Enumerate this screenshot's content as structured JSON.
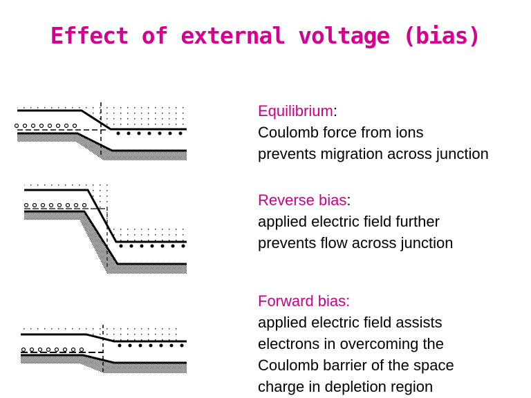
{
  "title": "Effect of external voltage (bias)",
  "sections": [
    {
      "heading": "Equilibrium",
      "colon": ":",
      "lines": [
        "Coulomb force from ions",
        "prevents migration across junction"
      ]
    },
    {
      "heading": "Reverse bias",
      "colon": ":",
      "lines": [
        "applied electric field further",
        "prevents flow across junction"
      ]
    },
    {
      "heading": "Forward bias:",
      "colon": "",
      "lines": [
        "applied electric field assists",
        "electrons in overcoming the",
        "Coulomb barrier of the space",
        "charge in depletion region"
      ]
    }
  ],
  "colors": {
    "title": "#d4008f",
    "heading": "#cc0088"
  }
}
